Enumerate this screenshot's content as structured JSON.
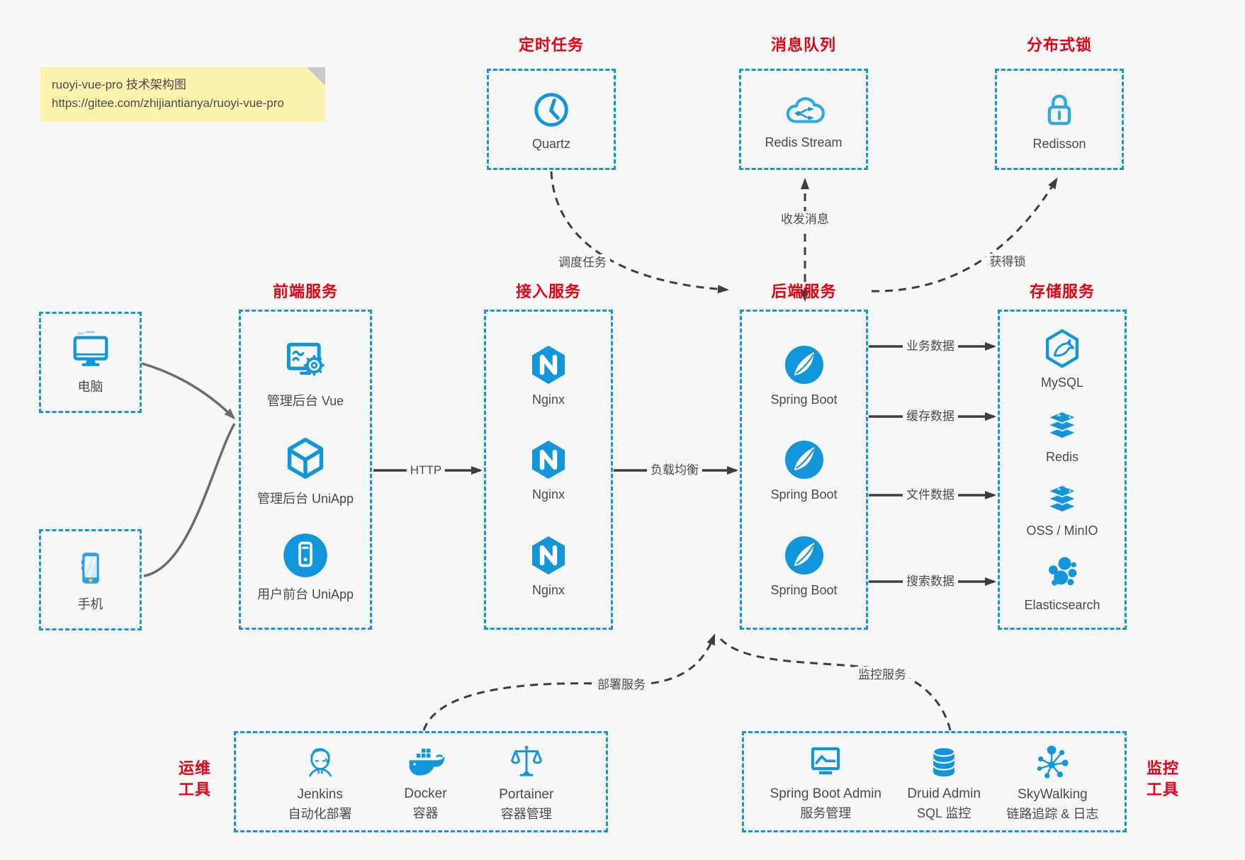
{
  "note": {
    "title": "ruoyi-vue-pro 技术架构图",
    "url": "https://gitee.com/zhijiantianya/ruoyi-vue-pro"
  },
  "colors": {
    "accent_blue": "#1296db",
    "title_red": "#e60012",
    "arrow_dark": "#3d3d3d",
    "arrow_gray": "#6b6b6b",
    "note_bg": "#fbf3ae",
    "canvas_bg": "#f7f7f8"
  },
  "groups": {
    "scheduled": {
      "title": "定时任务",
      "items": [
        {
          "label": "Quartz",
          "icon": "clock-icon"
        }
      ]
    },
    "mq": {
      "title": "消息队列",
      "items": [
        {
          "label": "Redis Stream",
          "icon": "cloud-stream-icon"
        }
      ]
    },
    "lock": {
      "title": "分布式锁",
      "items": [
        {
          "label": "Redisson",
          "icon": "lock-icon"
        }
      ]
    },
    "clients": {
      "items": [
        {
          "label": "电脑",
          "icon": "computer-icon"
        },
        {
          "label": "手机",
          "icon": "smartphone-icon"
        }
      ]
    },
    "frontend": {
      "title": "前端服务",
      "items": [
        {
          "label": "管理后台 Vue",
          "icon": "admin-vue-icon"
        },
        {
          "label": "管理后台 UniApp",
          "icon": "uniapp-cube-icon"
        },
        {
          "label": "用户前台 UniApp",
          "icon": "user-uniapp-icon"
        }
      ]
    },
    "gateway": {
      "title": "接入服务",
      "items": [
        {
          "label": "Nginx",
          "icon": "nginx-icon"
        },
        {
          "label": "Nginx",
          "icon": "nginx-icon"
        },
        {
          "label": "Nginx",
          "icon": "nginx-icon"
        }
      ]
    },
    "backend": {
      "title": "后端服务",
      "items": [
        {
          "label": "Spring Boot",
          "icon": "spring-boot-icon"
        },
        {
          "label": "Spring Boot",
          "icon": "spring-boot-icon"
        },
        {
          "label": "Spring Boot",
          "icon": "spring-boot-icon"
        }
      ]
    },
    "storage": {
      "title": "存储服务",
      "items": [
        {
          "label": "MySQL",
          "icon": "mysql-icon"
        },
        {
          "label": "Redis",
          "icon": "redis-icon"
        },
        {
          "label": "OSS / MinIO",
          "icon": "oss-minio-icon"
        },
        {
          "label": "Elasticsearch",
          "icon": "elasticsearch-icon"
        }
      ]
    },
    "devops": {
      "title_line1": "运维",
      "title_line2": "工具",
      "items": [
        {
          "name": "Jenkins",
          "desc": "自动化部署",
          "icon": "jenkins-icon"
        },
        {
          "name": "Docker",
          "desc": "容器",
          "icon": "docker-icon"
        },
        {
          "name": "Portainer",
          "desc": "容器管理",
          "icon": "portainer-icon"
        }
      ]
    },
    "monitoring": {
      "title_line1": "监控",
      "title_line2": "工具",
      "items": [
        {
          "name": "Spring Boot Admin",
          "desc": "服务管理",
          "icon": "spring-boot-admin-icon"
        },
        {
          "name": "Druid Admin",
          "desc": "SQL 监控",
          "icon": "druid-icon"
        },
        {
          "name": "SkyWalking",
          "desc": "链路追踪 & 日志",
          "icon": "skywalking-icon"
        }
      ]
    }
  },
  "edges": {
    "http": "HTTP",
    "load_balance": "负载均衡",
    "business_data": "业务数据",
    "cache_data": "缓存数据",
    "file_data": "文件数据",
    "search_data": "搜索数据",
    "schedule_task": "调度任务",
    "send_receive_message": "收发消息",
    "acquire_lock": "获得锁",
    "deploy_service": "部署服务",
    "monitor_service": "监控服务"
  }
}
